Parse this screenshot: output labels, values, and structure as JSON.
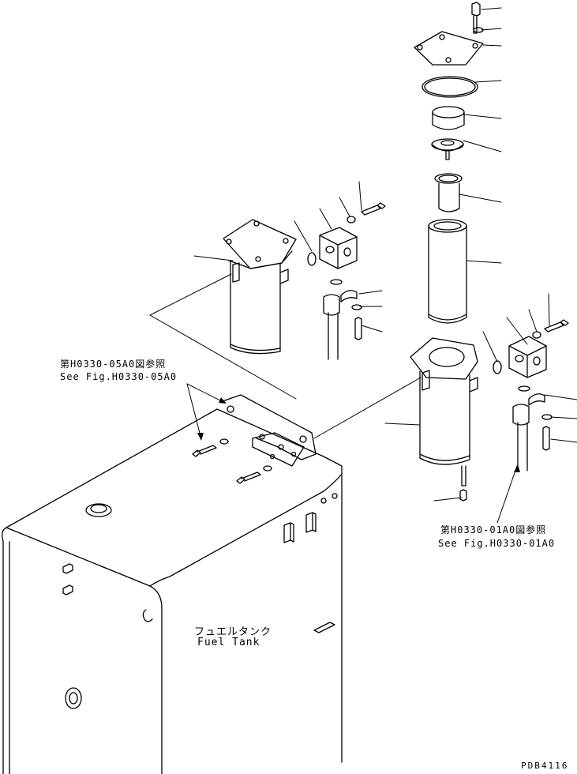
{
  "ref_top": {
    "ja": "第H0330-05A0図参照",
    "en": "See Fig.H0330-05A0"
  },
  "ref_right": {
    "ja": "第H0330-01A0図参照",
    "en": "See Fig.H0330-01A0"
  },
  "tank": {
    "ja": "フュエルタンク",
    "en": "Fuel Tank"
  },
  "drawing_code": "PDB4116"
}
